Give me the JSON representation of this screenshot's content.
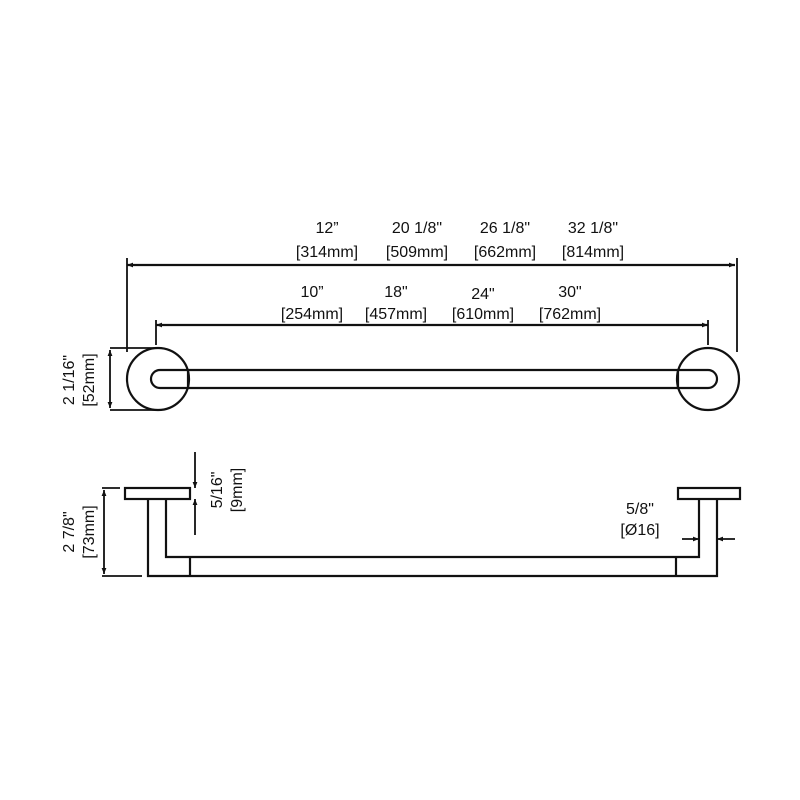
{
  "diagram": {
    "top_view": {
      "overall_lengths": [
        {
          "inch": "12”",
          "mm": "[314mm]"
        },
        {
          "inch": "20 1/8\"",
          "mm": "[509mm]"
        },
        {
          "inch": "26 1/8\"",
          "mm": "[662mm]"
        },
        {
          "inch": "32 1/8\"",
          "mm": "[814mm]"
        }
      ],
      "center_lengths": [
        {
          "inch": "10”",
          "mm": "[254mm]"
        },
        {
          "inch": "18\"",
          "mm": "[457mm]"
        },
        {
          "inch": "24\"",
          "mm": "[610mm]"
        },
        {
          "inch": "30\"",
          "mm": "[762mm]"
        }
      ],
      "base_diameter": {
        "inch": "2 1/16\"",
        "mm": "[52mm]"
      }
    },
    "side_view": {
      "projection": {
        "inch": "2 7/8\"",
        "mm": "[73mm]"
      },
      "base_thickness": {
        "inch": "5/16\"",
        "mm": "[9mm]"
      },
      "bar_diameter": {
        "inch": "5/8\"",
        "mm": "[Ø16]"
      }
    }
  }
}
